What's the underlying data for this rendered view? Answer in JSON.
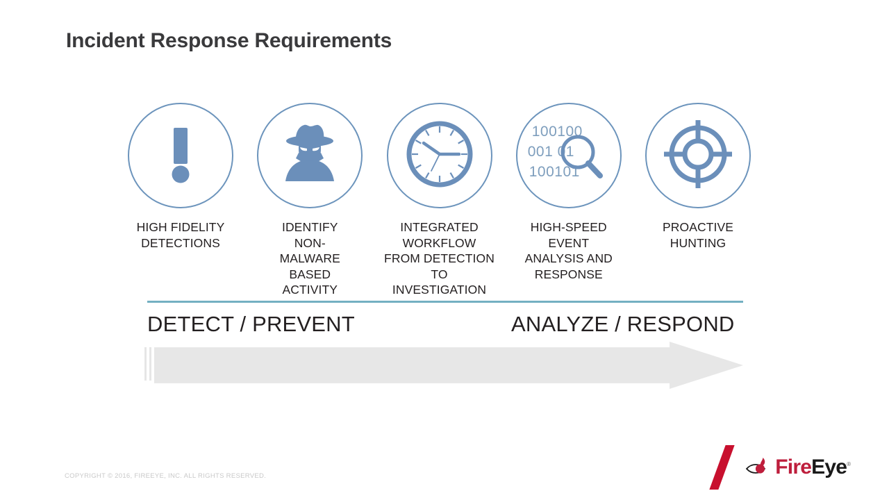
{
  "slide": {
    "title": "Incident Response Requirements",
    "accent_blue": "#6c94bc",
    "accent_teal": "#74b0c2",
    "arrow_gray": "#e7e7e7",
    "brand_red": "#c8102e"
  },
  "pillars": [
    {
      "icon": "exclamation-mark-icon",
      "label": "HIGH FIDELITY DETECTIONS"
    },
    {
      "icon": "spy-detective-icon",
      "label": "IDENTIFY NON-MALWARE BASED ACTIVITY"
    },
    {
      "icon": "clock-icon",
      "label": "INTEGRATED WORKFLOW FROM DETECTION TO INVESTIGATION"
    },
    {
      "icon": "binary-magnifier-icon",
      "label": "HIGH-SPEED EVENT ANALYSIS AND RESPONSE",
      "binary_rows": [
        "100100",
        "001 01",
        "100101"
      ]
    },
    {
      "icon": "crosshair-target-icon",
      "label": "PROACTIVE HUNTING"
    }
  ],
  "phases": {
    "left": "DETECT / PREVENT",
    "right": "ANALYZE / RESPOND"
  },
  "footer": {
    "copyright": "COPYRIGHT © 2016, FIREEYE, INC. ALL RIGHTS RESERVED.",
    "logo_fire": "Fire",
    "logo_eye": "Eye",
    "logo_tm": "®"
  }
}
